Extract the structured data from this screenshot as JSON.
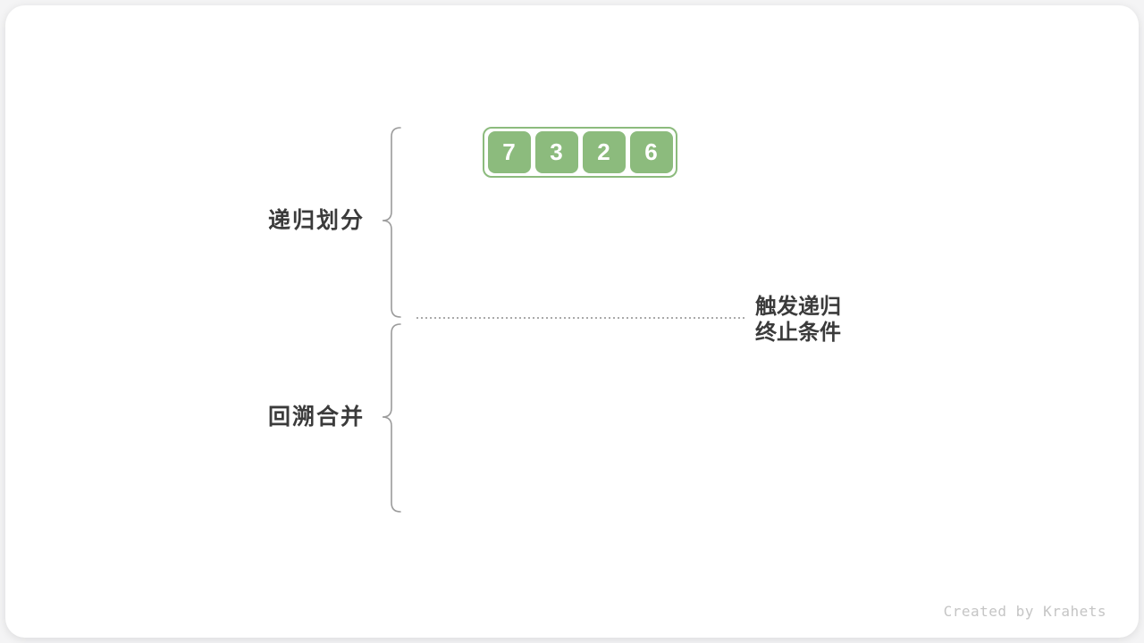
{
  "figure": {
    "array": {
      "values": [
        "7",
        "3",
        "2",
        "6"
      ]
    },
    "labels": {
      "recursive_divide": "递归划分",
      "backtrack_merge": "回溯合并",
      "termination_line1": "触发递归",
      "termination_line2": "终止条件"
    },
    "credit": "Created by Krahets",
    "colors": {
      "element_green": "#8cbb7d",
      "container_border_green": "#8cbb7d",
      "label_text": "#3b3b3b",
      "brace_gray": "#9b9b9b",
      "dotted_line_gray": "#aaaaaa",
      "credit_gray": "#c5c5c5"
    }
  }
}
